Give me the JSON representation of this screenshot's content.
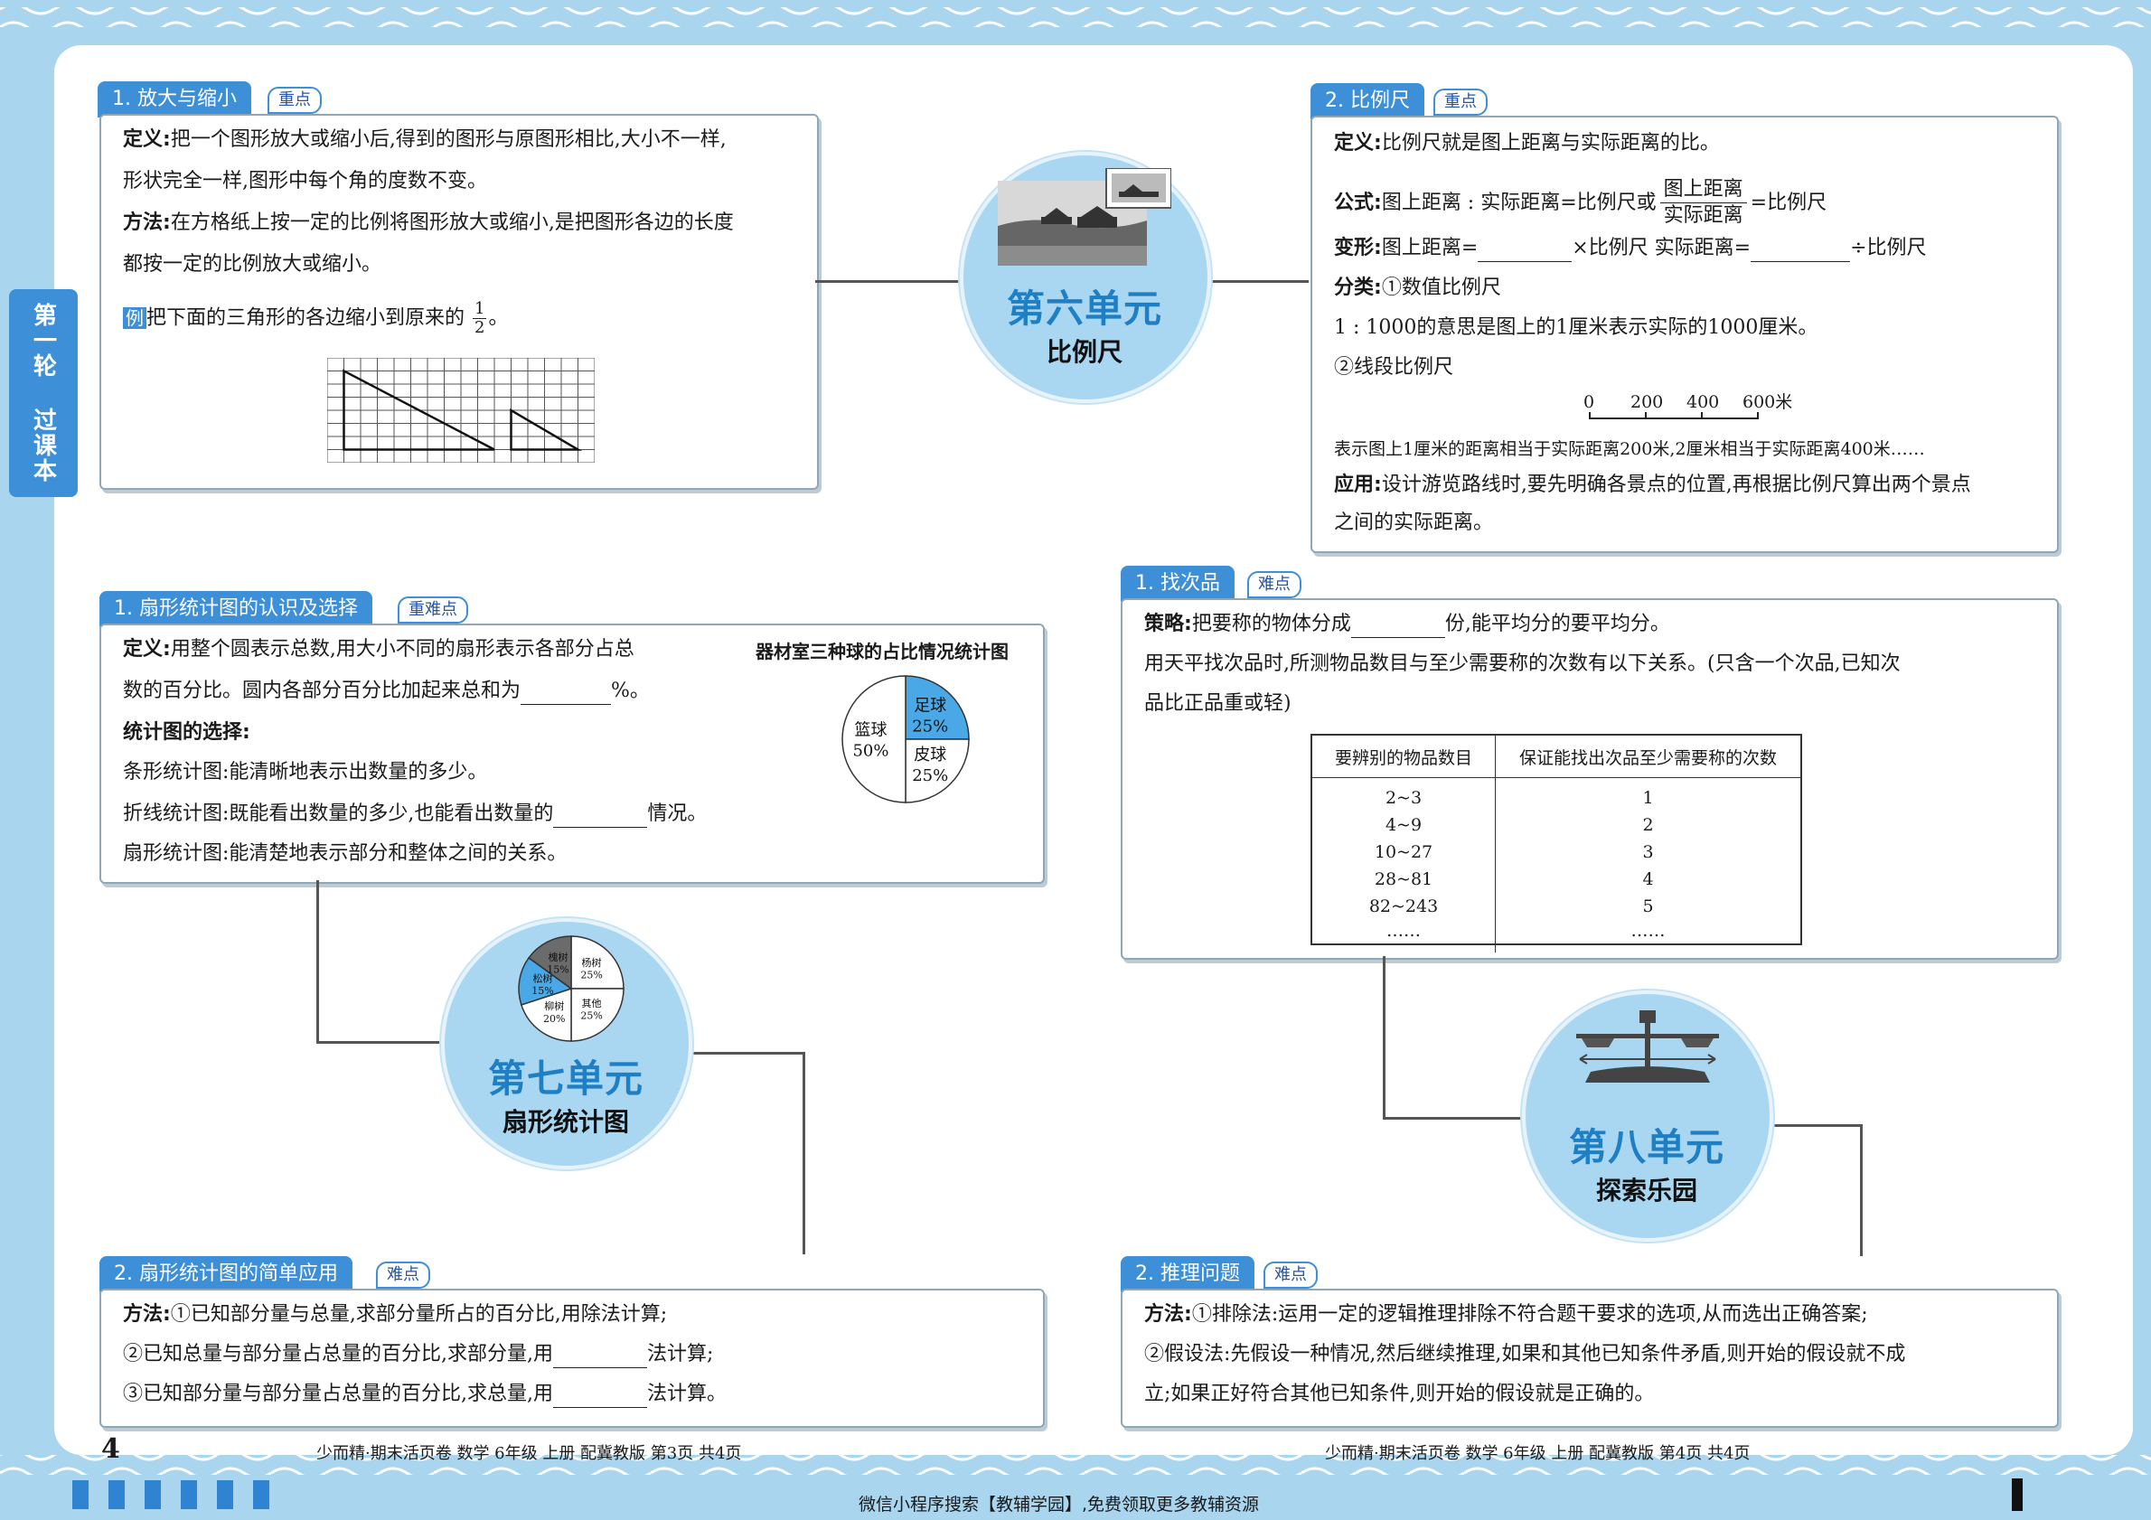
{
  "side_tab": "第一轮 过课本",
  "unit6": {
    "title": "第六单元",
    "subtitle": "比例尺",
    "card1": {
      "tag": "1. 放大与缩小",
      "badge": "重点",
      "line1_label": "定义:",
      "line1": "把一个图形放大或缩小后,得到的图形与原图形相比,大小不一样,",
      "line2": "形状完全一样,图形中每个角的度数不变。",
      "line3_label": "方法:",
      "line3": "在方格纸上按一定的比例将图形放大或缩小,是把图形各边的长度",
      "line4": "都按一定的比例放大或缩小。",
      "example_label": "例",
      "example_text": "把下面的三角形的各边缩小到原来的",
      "frac_num": "1",
      "frac_den": "2",
      "example_end": "。"
    },
    "card2": {
      "tag": "2. 比例尺",
      "badge": "重点",
      "def_label": "定义:",
      "def": "比例尺就是图上距离与实际距离的比。",
      "formula_label": "公式:",
      "formula_a": "图上距离 : 实际距离=比例尺或",
      "formula_num": "图上距离",
      "formula_den": "实际距离",
      "formula_b": "=比例尺",
      "var_label": "变形:",
      "var_a": "图上距离=",
      "var_b": "×比例尺  实际距离=",
      "var_c": "÷比例尺",
      "class_label": "分类:",
      "class_1": "①数值比例尺",
      "class_1_desc": "1 : 1000的意思是图上的1厘米表示实际的1000厘米。",
      "class_2": "②线段比例尺",
      "scale_ticks": [
        "0",
        "200",
        "400",
        "600米"
      ],
      "scale_desc": "表示图上1厘米的距离相当于实际距离200米,2厘米相当于实际距离400米……",
      "app_label": "应用:",
      "app_1": "设计游览路线时,要先明确各景点的位置,再根据比例尺算出两个景点",
      "app_2": "之间的实际距离。"
    }
  },
  "unit7": {
    "title": "第七单元",
    "subtitle": "扇形统计图",
    "card1": {
      "tag": "1. 扇形统计图的认识及选择",
      "badge": "重难点",
      "def_label": "定义:",
      "def_1": "用整个圆表示总数,用大小不同的扇形表示各部分占总",
      "def_2a": "数的百分比。圆内各部分百分比加起来总和为",
      "def_2b": "%。",
      "choice_label": "统计图的选择:",
      "bar": "条形统计图:能清晰地表示出数量的多少。",
      "line_a": "折线统计图:既能看出数量的多少,也能看出数量的",
      "line_b": "情况。",
      "pie": "扇形统计图:能清楚地表示部分和整体之间的关系。",
      "chart_title": "器材室三种球的占比情况统计图"
    },
    "card2": {
      "tag": "2. 扇形统计图的简单应用",
      "badge": "难点",
      "m_label": "方法:",
      "m1": "①已知部分量与总量,求部分量所占的百分比,用除法计算;",
      "m2a": "②已知总量与部分量占总量的百分比,求部分量,用",
      "m2b": "法计算;",
      "m3a": "③已知部分量与部分量占总量的百分比,求总量,用",
      "m3b": "法计算。"
    },
    "trees_pie": {
      "slices": [
        {
          "label": "杨树",
          "pct": "25%",
          "value": 25,
          "color": "#ffffff"
        },
        {
          "label": "其他",
          "pct": "25%",
          "value": 25,
          "color": "#ffffff"
        },
        {
          "label": "柳树",
          "pct": "20%",
          "value": 20,
          "color": "#ffffff"
        },
        {
          "label": "松树",
          "pct": "15%",
          "value": 15,
          "color": "#4aa8e6"
        },
        {
          "label": "槐树",
          "pct": "15%",
          "value": 15,
          "color": "#6b6b6b"
        }
      ]
    }
  },
  "chart_data": {
    "type": "pie",
    "title": "器材室三种球的占比情况统计图",
    "categories": [
      "足球",
      "皮球",
      "篮球"
    ],
    "values": [
      25,
      25,
      50
    ],
    "labels": [
      "25%",
      "25%",
      "50%"
    ],
    "colors": [
      "#4aa8e6",
      "#ffffff",
      "#ffffff"
    ]
  },
  "unit8": {
    "title": "第八单元",
    "subtitle": "探索乐园",
    "card1": {
      "tag": "1. 找次品",
      "badge": "难点",
      "s_label": "策略:",
      "s_a": "把要称的物体分成",
      "s_b": "份,能平均分的要平均分。",
      "p1": "用天平找次品时,所测物品数目与至少需要称的次数有以下关系。(只含一个次品,已知次",
      "p2": "品比正品重或轻)",
      "table_headers": [
        "要辨别的物品数目",
        "保证能找出次品至少需要称的次数"
      ],
      "table_rows": [
        [
          "2~3",
          "1"
        ],
        [
          "4~9",
          "2"
        ],
        [
          "10~27",
          "3"
        ],
        [
          "28~81",
          "4"
        ],
        [
          "82~243",
          "5"
        ],
        [
          "……",
          "……"
        ]
      ]
    },
    "card2": {
      "tag": "2. 推理问题",
      "badge": "难点",
      "m_label": "方法:",
      "m1": "①排除法:运用一定的逻辑推理排除不符合题干要求的选项,从而选出正确答案;",
      "m2": "②假设法:先假设一种情况,然后继续推理,如果和其他已知条件矛盾,则开始的假设就不成",
      "m3": "立;如果正好符合其他已知条件,则开始的假设就是正确的。"
    }
  },
  "footer": {
    "page_number": "4",
    "left": "少而精·期末活页卷  数学  6年级  上册  配冀教版  第3页  共4页",
    "right": "少而精·期末活页卷  数学  6年级  上册  配冀教版  第4页  共4页",
    "bottom": "微信小程序搜索【教辅学园】,免费领取更多教辅资源"
  }
}
